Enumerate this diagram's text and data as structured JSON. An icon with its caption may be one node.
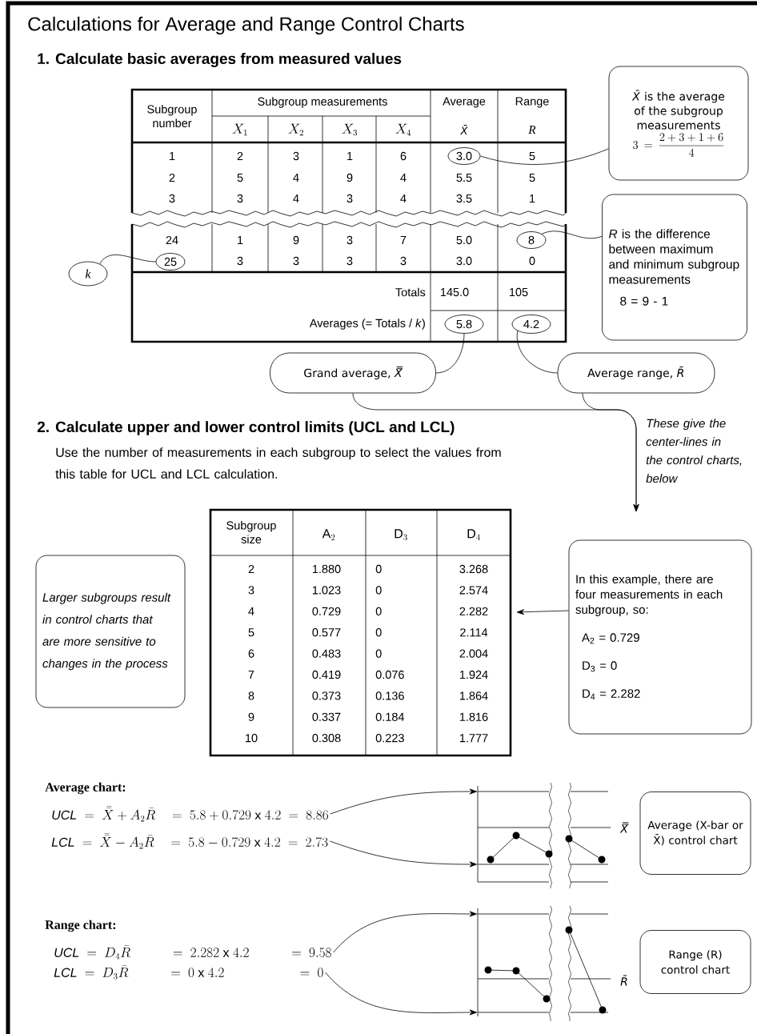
{
  "diagram": {
    "title": "Calculations for Average and Range Control Charts",
    "nodes": [
      {
        "text": [
          "3.0"
        ]
      },
      {
        "text": [
          "*X̄* is the average of the subgroup measurements",
          "3 = \\frac{2+3+1+6}{4}"
        ]
      },
      {
        "text": [
          "8"
        ]
      },
      {
        "text": [
          "*R* is the difference between maximum and minimum subgroup measurements",
          "8 = 9 - 1"
        ]
      },
      {
        "text": [
          "25"
        ]
      },
      {
        "text": [
          "k"
        ]
      },
      {
        "text": [
          "5.8"
        ]
      },
      {
        "text": [
          "4.2"
        ]
      },
      {
        "text": [
          "Grand average, *X̿*"
        ]
      },
      {
        "text": [
          "Average range, *R̄*"
        ]
      },
      {
        "text": [
          "Larger subgroups result in control charts that are more sensitive to changes in the process"
        ]
      },
      {
        "text": [
          "In this example, there are four measurements in each subgroup, so:",
          "A$_{2}$ = 0.729",
          "D$_{3}$ = 0",
          "D$_{4}$ = 2.282"
        ]
      },
      {
        "text": [
          "\\mathit{UCL}\\ =\\ \\bar{\\bar{X}}+A_2\\bar{R}\\quad=\\ 5.8+0.729\\ \\mathrm{x}\\ 4.2\\ =\\ 8.86"
        ]
      },
      {
        "text": [
          "\\mathit{LCL}\\ =\\ \\bar{\\bar{X}}-A_2\\bar{R}\\quad=\\ 5.8-0.729\\ \\mathrm{x}\\ 4.2\\ =\\ 2.73"
        ]
      },
      {
        "text": [
          "Average (X-bar or X̄) control chart"
        ]
      },
      {
        "text": [
          "\\mathit{UCL}\\ =\\ D_4\\bar{R}\\qquad\\quad=\\ 2.282\\ \\mathrm{x}\\ 4.2\\qquad\\quad=\\ 9.58"
        ]
      },
      {
        "text": [
          "\\mathit{LCL}\\ =\\ D_3\\bar{R}\\qquad\\quad=\\ 0\\ \\mathrm{x}\\ 4.2\\qquad\\qquad\\quad\\;\\;=\\ 0"
        ]
      },
      {
        "text": [
          "Range (R) control chart"
        ]
      },
      {
        "text": [],
        "shape": "picture"
      },
      {
        "text": [],
        "shape": "picture"
      }
    ],
    "edges": [
      {
        "from": 0,
        "to": 1,
        "arrow": "none"
      },
      {
        "from": 2,
        "to": 3,
        "arrow": "none"
      },
      {
        "from": 4,
        "to": 5,
        "arrow": "none"
      },
      {
        "from": 6,
        "to": 8,
        "arrow": "none"
      },
      {
        "from": 7,
        "to": 9,
        "arrow": "none"
      },
      {
        "from": 8,
        "to": null,
        "arrow": "to"
      },
      {
        "from": 9,
        "to": null,
        "arrow": "to"
      },
      {
        "from": 11,
        "to": null,
        "arrow": "to"
      },
      {
        "from": 12,
        "to": 18,
        "arrow": "to"
      },
      {
        "from": 13,
        "to": 18,
        "arrow": "to"
      },
      {
        "from": 15,
        "to": 19,
        "arrow": "to"
      },
      {
        "from": 16,
        "to": 19,
        "arrow": "to"
      }
    ],
    "labels": [
      "1. Calculate basic averages from measured values",
      "Subgroup number",
      "Subgroup measurements",
      "Average",
      "Range",
      "X_1",
      "X_2",
      "X_3",
      "X_4",
      "X̄",
      "R",
      "1",
      "2",
      "3",
      "1",
      "6",
      "5",
      "2",
      "5",
      "4",
      "9",
      "4",
      "5.5",
      "5",
      "3",
      "3",
      "4",
      "3",
      "4",
      "3.5",
      "1",
      "24",
      "1",
      "9",
      "3",
      "7",
      "5.0",
      "3",
      "3",
      "3",
      "3",
      "3.0",
      "0",
      "Totals",
      "145.0",
      "105",
      "Averages (= Totals / *k*)",
      "2. Calculate upper and lower control limits (UCL and LCL)",
      "Use the number of measurements in each subgroup to select the values from this table for UCL and LCL calculation.",
      "These give the center-lines in the control charts, below",
      "Subgroup size",
      "\\mathrm{A}_2",
      "\\mathrm{D}_3",
      "\\mathrm{D}_4",
      "2",
      "1.880",
      "0",
      "3.268",
      "3",
      "1.023",
      "0",
      "2.574",
      "4",
      "0.729",
      "0",
      "2.282",
      "5",
      "0.577",
      "0",
      "2.114",
      "6",
      "0.483",
      "0",
      "2.004",
      "7",
      "0.419",
      "0.076",
      "1.924",
      "8",
      "0.373",
      "0.136",
      "1.864",
      "9",
      "0.337",
      "0.184",
      "1.816",
      "10",
      "0.308",
      "0.223",
      "1.777",
      "Average chart:",
      "Range chart:",
      "X̿",
      "R̄"
    ]
  }
}
